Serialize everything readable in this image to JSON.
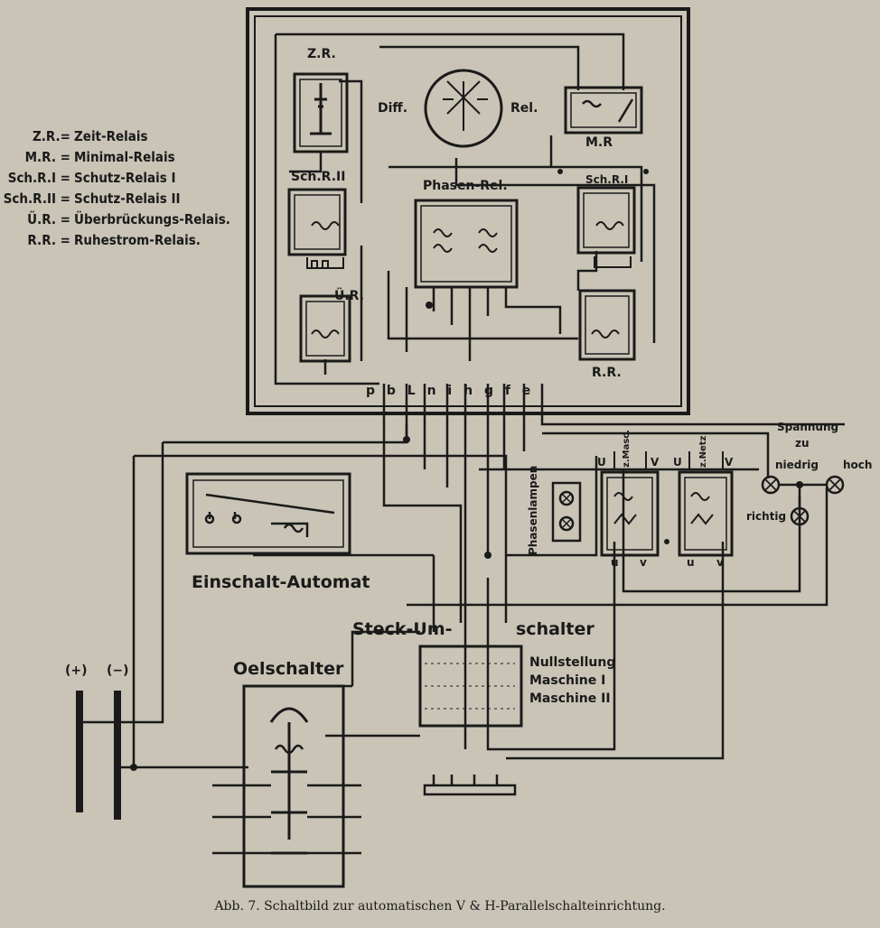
{
  "legend": [
    {
      "key": "Z.R.=",
      "value": "Zeit-Relais"
    },
    {
      "key": "M.R. =",
      "value": "Minimal-Relais"
    },
    {
      "key": "Sch.R.I =",
      "value": "Schutz-Relais I"
    },
    {
      "key": "Sch.R.II =",
      "value": "Schutz-Relais II"
    },
    {
      "key": "Ü.R. =",
      "value": "Überbrückungs-Relais."
    },
    {
      "key": "R.R. =",
      "value": "Ruhestrom-Relais."
    }
  ],
  "labels": {
    "zr": "Z.R.",
    "diff": "Diff.",
    "rel": "Rel.",
    "mr": "M.R",
    "schr2": "Sch.R.II",
    "schr1": "Sch.R.I",
    "phasenrel": "Phasen-Rel.",
    "ur": "Ü.R.",
    "rr": "R.R.",
    "terminals": "p b L n i h g f e",
    "spannung": "Spannung",
    "zu": "zu",
    "niedrig": "niedrig",
    "hoch": "hoch",
    "richtig": "richtig",
    "phasenlampen": "Phasenlampen",
    "zmasc": "z.Masc.",
    "znetz": "z.Netz",
    "einschalt": "Einschalt-Automat",
    "steck": "Steck-Um-",
    "schalter": "schalter",
    "nullstellung": "Nullstellung",
    "maschine1": "Maschine I",
    "maschine2": "Maschine II",
    "oelschalter": "Oelschalter",
    "plus": "(+)",
    "minus": "(−)",
    "u": "U",
    "v": "V",
    "lu": "u",
    "lv": "v"
  },
  "caption": "Abb. 7.   Schaltbild zur automatischen V & H-Parallelschalteinrichtung."
}
